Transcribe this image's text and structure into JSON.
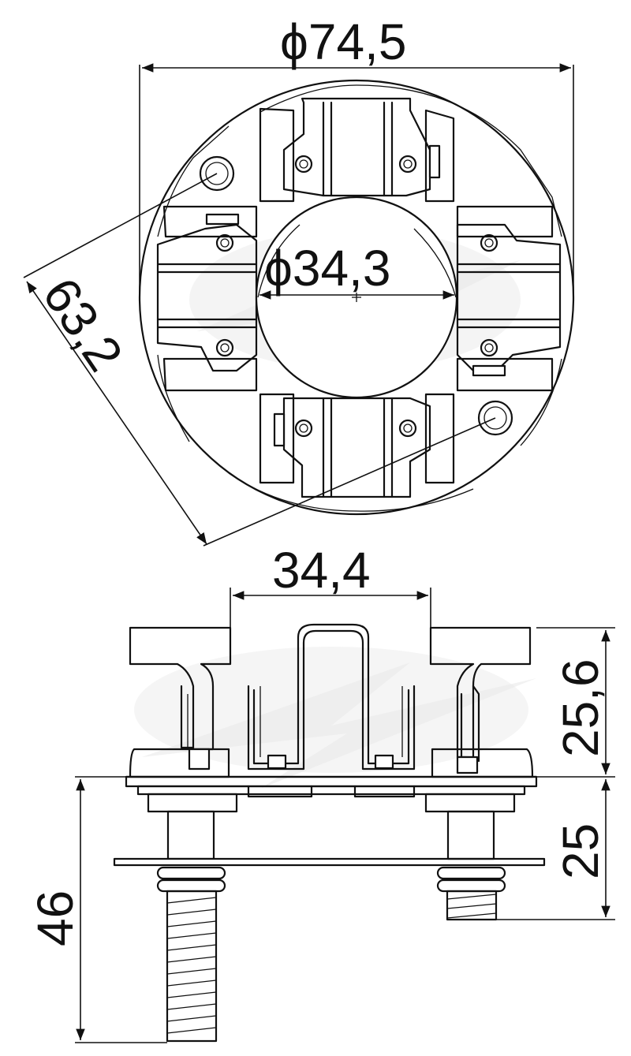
{
  "dimensions": {
    "outer_diameter": "ϕ74,5",
    "inner_diameter": "ϕ34,3",
    "hole_spacing": "63,2",
    "bracket_width": "34,4",
    "height_upper": "25,6",
    "height_lower": "25",
    "total_height": "46"
  },
  "colors": {
    "line": "#111111",
    "background": "#ffffff",
    "watermark": "#e9e9e9"
  }
}
